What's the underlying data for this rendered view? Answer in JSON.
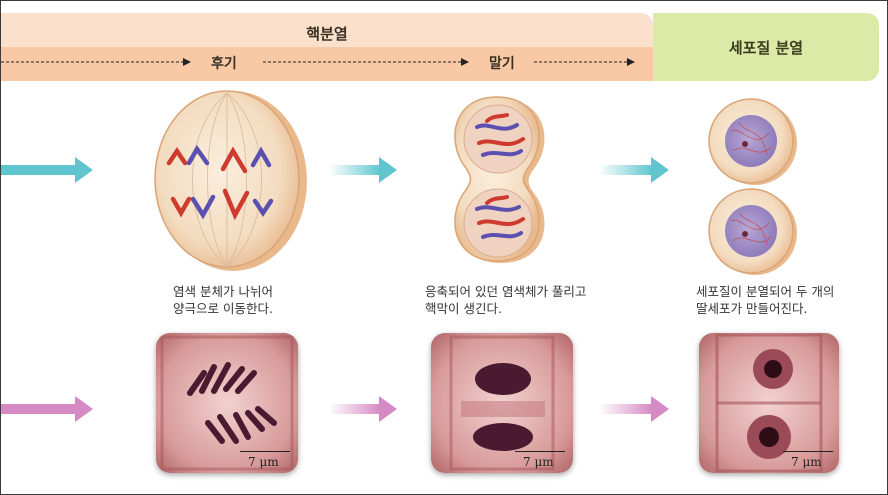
{
  "header": {
    "nuclear_division": "핵분열",
    "anaphase": "후기",
    "telophase": "말기",
    "cytokinesis": "세포질 분열"
  },
  "captions": {
    "anaphase": [
      "염색 분체가 나뉘어",
      "양극으로 이동한다."
    ],
    "telophase": [
      "응축되어 있던 염색체가 풀리고",
      "핵막이 생긴다."
    ],
    "cytokinesis": [
      "세포질이 분열되어 두 개의",
      "딸세포가 만들어진다."
    ]
  },
  "scale_bar": "7 μm",
  "colors": {
    "nuclear_band": "#fbe1cb",
    "phase_bar": "#f8c9a4",
    "cyto_band": "#dbeaa7",
    "arrow_teal": "#5fc6cf",
    "arrow_pink": "#d58ac4",
    "chromosome_red": "#cf3a2e",
    "chromosome_blue": "#5b4fb0"
  }
}
